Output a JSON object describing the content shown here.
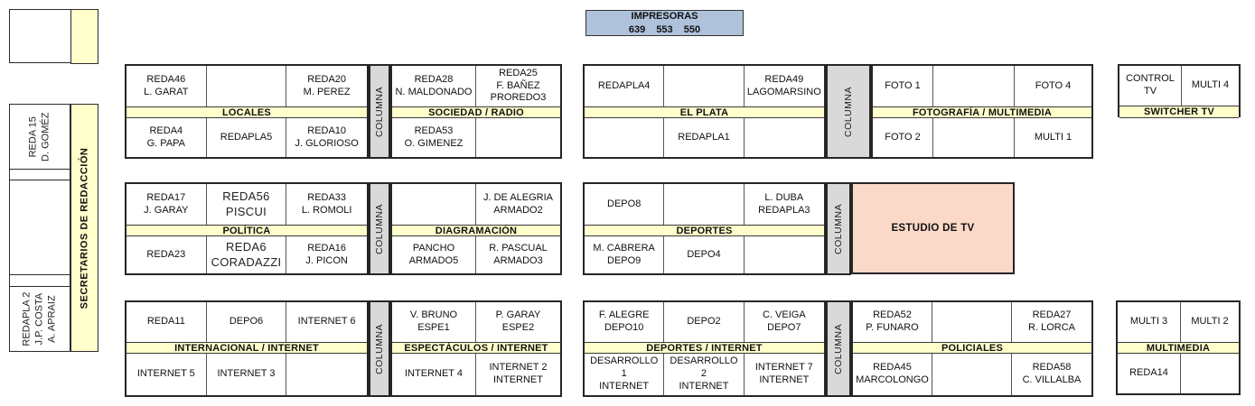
{
  "palette": {
    "band_yellow": "#ffffcc",
    "columna_gray": "#d9d9d9",
    "printer_blue": "#aec2dc",
    "studio_pink": "#fbd9c9"
  },
  "columna_label": "COLUMNA",
  "printers": {
    "title": "IMPRESORAS",
    "numbers": "639 553 550"
  },
  "studio": {
    "label": "ESTUDIO DE TV"
  },
  "left_wing": {
    "strip_label": "SECRETARIOS DE REDACCIÓN",
    "desk_top": "REDA 15\nD. GOMÉZ",
    "desk_bottom": "REDAPLA 2\nJ.P. COSTA\nA. APRAIZ"
  },
  "groups": {
    "locales": {
      "label": "LOCALES",
      "cells": {
        "t1": "REDA46\nL. GARAT",
        "t2": "",
        "t3": "REDA20\nM. PEREZ",
        "b1": "REDA4\nG. PAPA",
        "b2": "REDAPLA5",
        "b3": "REDA10\nJ. GLORIOSO"
      }
    },
    "sociedad_radio": {
      "label": "SOCIEDAD / RADIO",
      "cells": {
        "t1": "REDA28\nN. MALDONADO",
        "t2": "REDA25\nF. BAÑEZ\nPROREDO3",
        "b1": "REDA53\nO. GIMENEZ",
        "b2": ""
      }
    },
    "el_plata": {
      "label": "EL PLATA",
      "cells": {
        "t1": "REDAPLA4",
        "t2": "",
        "t3": "REDA49\nLAGOMARSINO",
        "b1": "",
        "b2": "REDAPLA1",
        "b3": ""
      }
    },
    "fotografia_multimedia": {
      "label": "FOTOGRAFÍA / MULTIMEDIA",
      "cells": {
        "t1": "FOTO 1",
        "t2": "",
        "t3": "FOTO 4",
        "b1": "FOTO 2",
        "b2": "",
        "b3": "MULTI 1"
      }
    },
    "switcher_tv": {
      "label": "SWITCHER TV",
      "cells": {
        "t1": "CONTROL TV",
        "t2": "MULTI 4"
      }
    },
    "politica": {
      "label": "POLÍTICA",
      "cells": {
        "t1": "REDA17\nJ. GARAY",
        "t2": "REDA56\nPISCUI",
        "t3": "REDA33\nL. ROMOLI",
        "b1": "REDA23",
        "b2": "REDA6\nCORADAZZI",
        "b3": "REDA16\nJ. PICON"
      }
    },
    "diagramacion": {
      "label": "DIAGRAMACIÓN",
      "cells": {
        "t1": "",
        "t2": "J. DE ALEGRIA\nARMADO2",
        "b1": "PANCHO\nARMADO5",
        "b2": "R. PASCUAL\nARMADO3"
      }
    },
    "deportes": {
      "label": "DEPORTES",
      "cells": {
        "t1": "DEPO8",
        "t2": "",
        "t3": "L. DUBA\nREDAPLA3",
        "b1": "M. CABRERA\nDEPO9",
        "b2": "DEPO4",
        "b3": ""
      }
    },
    "internacional_internet": {
      "label": "INTERNACIONAL / INTERNET",
      "cells": {
        "t1": "REDA11",
        "t2": "DEPO6",
        "t3": "INTERNET 6",
        "b1": "INTERNET 5",
        "b2": "INTERNET 3",
        "b3": ""
      }
    },
    "espectaculos_internet": {
      "label": "ESPECTÁCULOS / INTERNET",
      "cells": {
        "t1": "V. BRUNO\nESPE1",
        "t2": "P. GARAY\nESPE2",
        "b1": "INTERNET 4",
        "b2": "INTERNET 2\nINTERNET"
      }
    },
    "deportes_internet": {
      "label": "DEPORTES / INTERNET",
      "cells": {
        "t1": "F. ALEGRE\nDEPO10",
        "t2": "DEPO2",
        "t3": "C. VEIGA\nDEPO7",
        "b1": "DESARROLLO 1\nINTERNET",
        "b2": "DESARROLLO 2\nINTERNET",
        "b3": "INTERNET 7\nINTERNET"
      }
    },
    "policiales": {
      "label": "POLICIALES",
      "cells": {
        "t1": "REDA52\nP. FUNARO",
        "t2": "",
        "t3": "REDA27\nR. LORCA",
        "b1": "REDA45\nMARCOLONGO",
        "b2": "",
        "b3": "REDA58\nC. VILLALBA"
      }
    },
    "multimedia": {
      "label": "MULTIMEDIA",
      "cells": {
        "t1": "MULTI 3",
        "t2": "MULTI 2",
        "b1": "REDA14",
        "b2": ""
      }
    }
  }
}
